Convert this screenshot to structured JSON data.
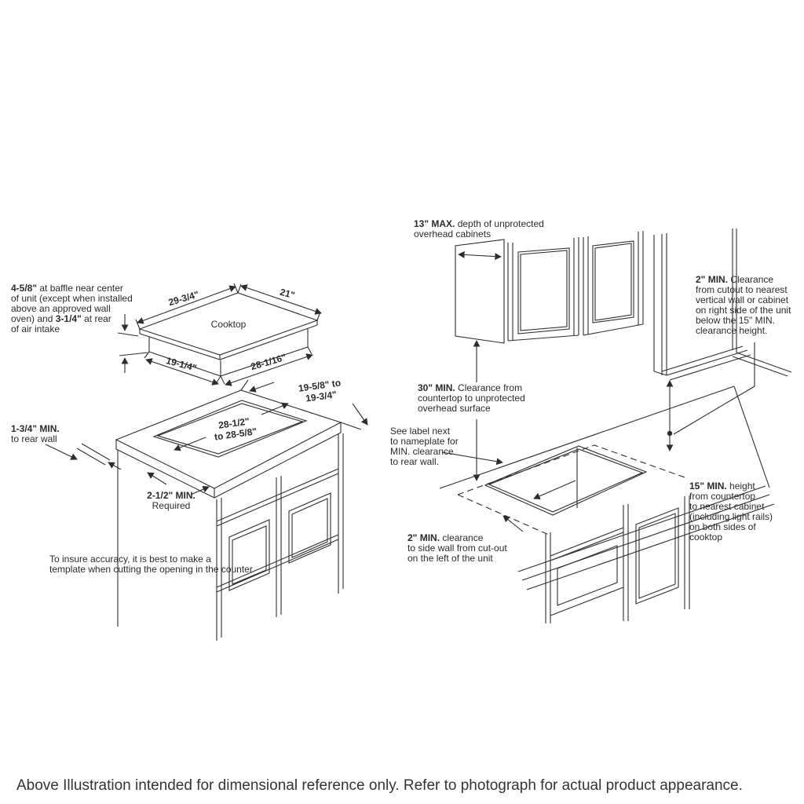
{
  "colors": {
    "line": "#2d2d2d",
    "text": "#2a2a2a",
    "caption_text": "#343434",
    "background": "#ffffff"
  },
  "caption": "Above Illustration intended for dimensional reference only. Refer to photograph for actual product appearance.",
  "left": {
    "baffle": {
      "b1": "4-5/8\"",
      "t1": " at baffle near center\nof unit (except when installed\nabove an approved wall\noven) and ",
      "b2": "3-1/4\"",
      "t2": " at rear\nof air intake"
    },
    "dim_29": "29-3/4\"",
    "dim_21": "21\"",
    "cooktop": "Cooktop",
    "dim_19_14": "19-1/4\"",
    "dim_28_116": "28-1/16\"",
    "dim_depth": "19-5/8\" to\n19-3/4\"",
    "dim_cutout": "28-1/2\"\nto 28-5/8\"",
    "rear_wall": {
      "b": "1-3/4\" MIN.",
      "t": "\nto rear wall"
    },
    "required": {
      "b": "2-1/2\" MIN.",
      "t": "\nRequired"
    },
    "note": "To insure accuracy, it is best to make a\ntemplate when cutting the opening in the counter"
  },
  "right": {
    "overhead": {
      "b": "13\" MAX.",
      "t": " depth of unprotected\noverhead cabinets"
    },
    "right_clearance": {
      "b": "2\" MIN.",
      "t": " Clearance\nfrom cutout to nearest\nvertical wall or cabinet\non right side of the unit\nbelow the 15\" MIN.\nclearance height."
    },
    "countertop_clearance": {
      "b": "30\" MIN.",
      "t": " Clearance from\ncountertop to unprotected\noverhead surface"
    },
    "see_label": "See label next\nto nameplate for\nMIN. clearance\nto rear wall.",
    "side_clearance": {
      "b": "2\" MIN.",
      "t": " clearance\nto side wall from cut-out\non the left of the unit"
    },
    "height_clearance": {
      "b": "15\" MIN.",
      "t": " height\nfrom countertop\nto nearest cabinet\n(including light rails)\non both sides of\ncooktop"
    }
  }
}
